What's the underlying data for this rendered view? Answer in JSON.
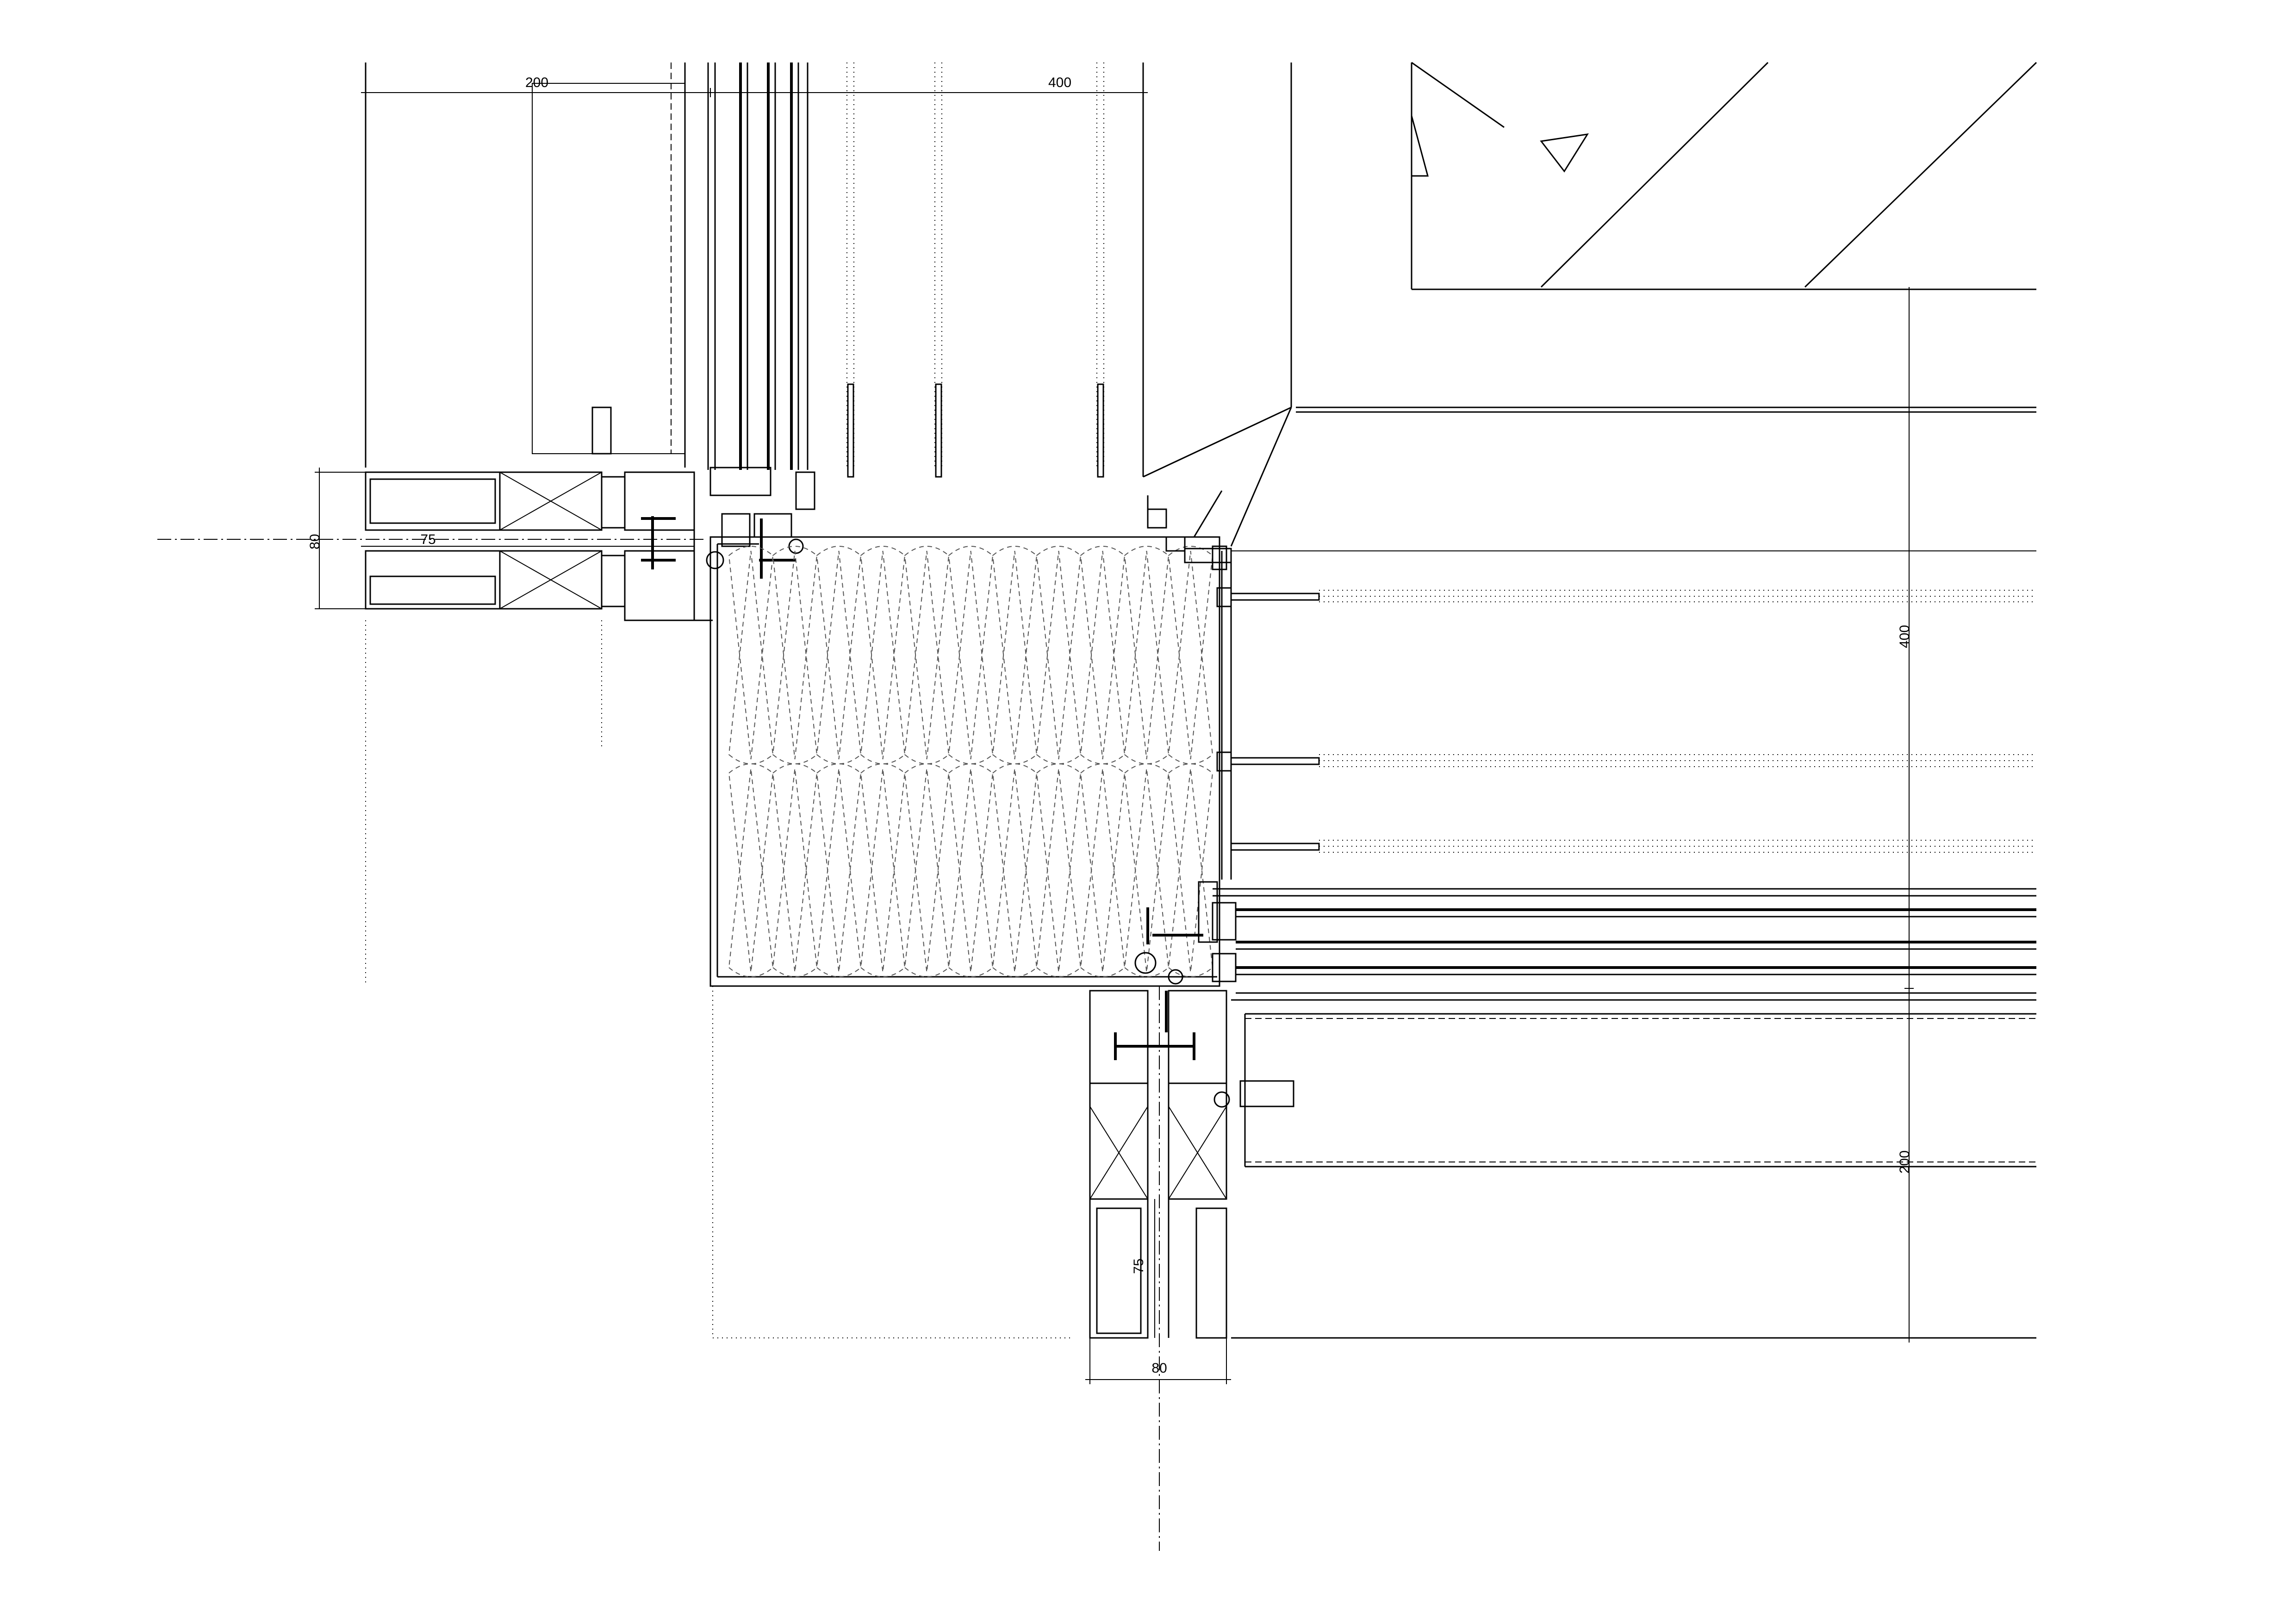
{
  "drawing": {
    "line_color": "#000000",
    "background": "#ffffff",
    "dimensions": {
      "top_left_width": "200",
      "top_right_width": "400",
      "left_frame_height": "80",
      "left_inner_offset": "75",
      "right_vertical_upper": "400",
      "right_vertical_lower": "200",
      "bottom_inner_offset": "75",
      "bottom_frame_width": "80"
    }
  }
}
